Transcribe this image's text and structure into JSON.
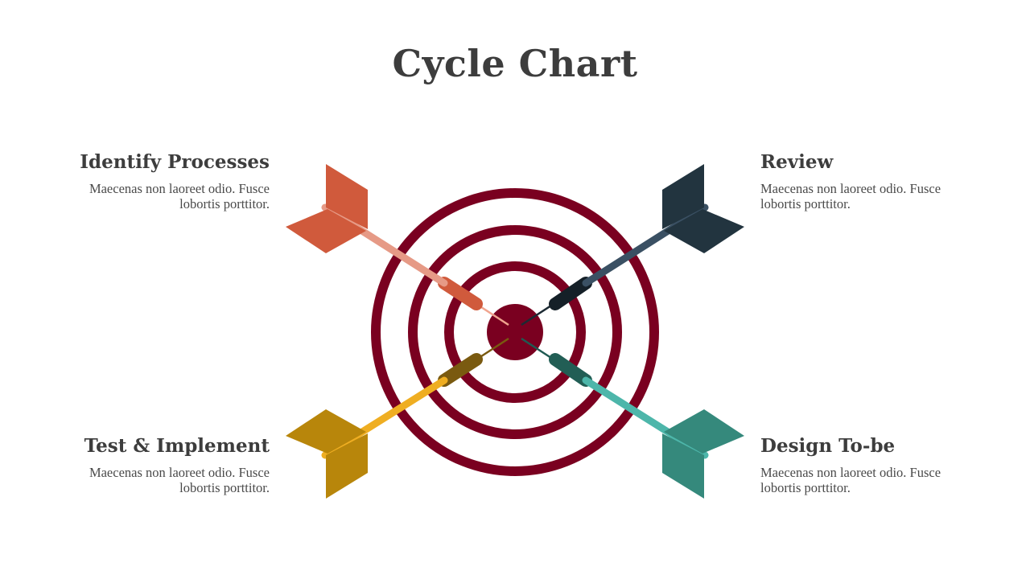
{
  "title": "Cycle Chart",
  "colors": {
    "target": "#7a0020",
    "identify": "#d05a3c",
    "review": "#22343f",
    "test": "#b8860b",
    "design": "#35897c"
  },
  "steps": {
    "top_left": {
      "heading": "Identify Processes",
      "text_line1": "Maecenas non laoreet odio. Fusce",
      "text_line2": "lobortis porttitor."
    },
    "top_right": {
      "heading": "Review",
      "text_line1": "Maecenas non laoreet odio. Fusce",
      "text_line2": "lobortis porttitor."
    },
    "bottom_left": {
      "heading": "Test & Implement",
      "text_line1": "Maecenas non laoreet odio. Fusce",
      "text_line2": "lobortis porttitor."
    },
    "bottom_right": {
      "heading": "Design To-be",
      "text_line1": "Maecenas non laoreet odio. Fusce",
      "text_line2": "lobortis porttitor."
    }
  }
}
